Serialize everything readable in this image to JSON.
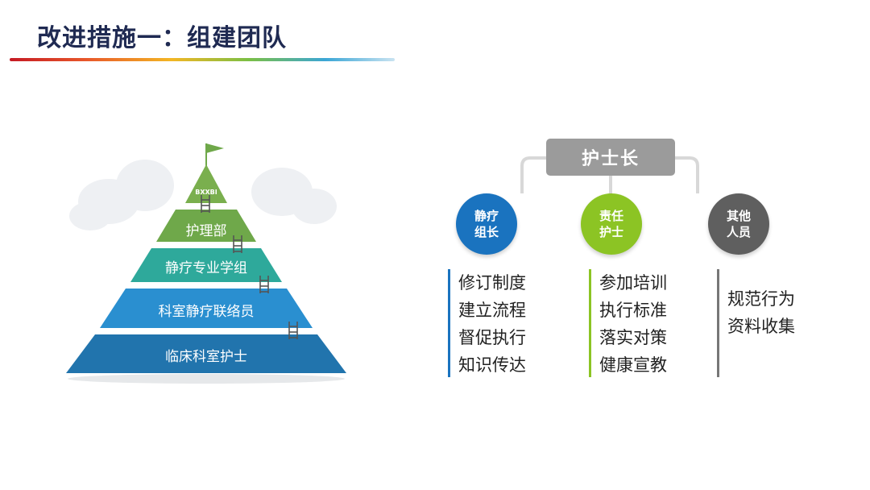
{
  "title": "改进措施一：组建团队",
  "pyramid": {
    "peak_label": "BXXBI",
    "tiers": [
      {
        "label": "护理部",
        "color": "#6fa84a"
      },
      {
        "label": "静疗专业学组",
        "color": "#2ea99b"
      },
      {
        "label": "科室静疗联络员",
        "color": "#2a8fd0"
      },
      {
        "label": "临床科室护士",
        "color": "#2174ad"
      }
    ]
  },
  "org": {
    "head": "护士长",
    "roles": [
      {
        "label": "静疗组长",
        "color": "#1a73bf",
        "duties": [
          "修订制度",
          "建立流程",
          "督促执行",
          "知识传达"
        ]
      },
      {
        "label": "责任护士",
        "color": "#8cc424",
        "duties": [
          "参加培训",
          "执行标准",
          "落实对策",
          "健康宣教"
        ]
      },
      {
        "label": "其他人员",
        "color": "#5f5f5f",
        "duties": [
          "规范行为",
          "资料收集"
        ]
      }
    ]
  }
}
